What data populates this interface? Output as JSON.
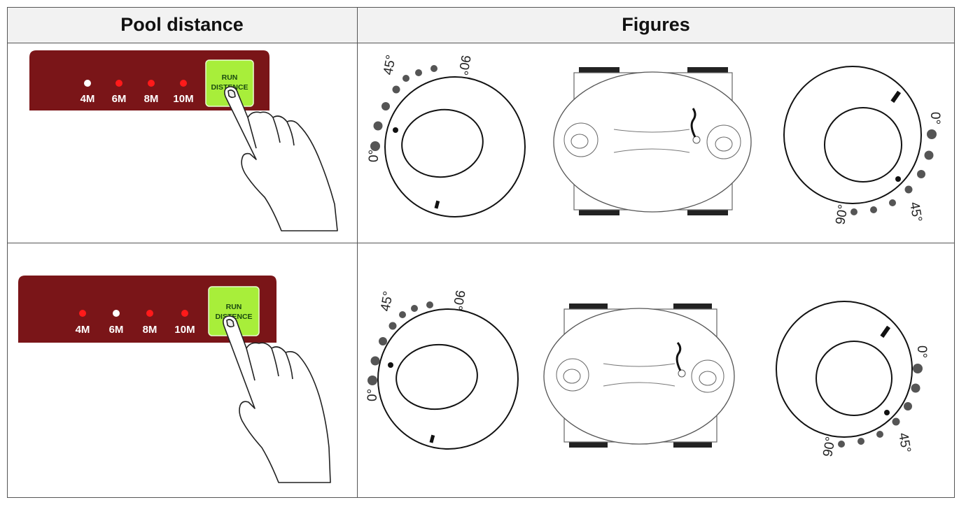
{
  "table": {
    "headers": [
      "Pool distance",
      "Figures"
    ],
    "rows": [
      {
        "panel": {
          "labels": [
            "4M",
            "6M",
            "8M",
            "10M"
          ],
          "active_index": 0,
          "button_line1": "RUN",
          "button_line2": "DISTENCE"
        },
        "dials": {
          "left": {
            "deg_0": "0°",
            "deg_45": "45°",
            "deg_90": "90°"
          },
          "right": {
            "deg_0": "0°",
            "deg_45": "45°",
            "deg_90": "90°"
          }
        }
      },
      {
        "panel": {
          "labels": [
            "4M",
            "6M",
            "8M",
            "10M"
          ],
          "active_index": 1,
          "button_line1": "RUN",
          "button_line2": "DISTENCE"
        },
        "dials": {
          "left": {
            "deg_0": "0°",
            "deg_45": "45°",
            "deg_90": "90°"
          },
          "right": {
            "deg_0": "0°",
            "deg_45": "45°",
            "deg_90": "90°"
          }
        }
      }
    ]
  },
  "colors": {
    "panel": "#7a1518",
    "led_active": "#ffffff",
    "led_inactive": "#ff1a1a",
    "button": "#a8ee3a"
  }
}
